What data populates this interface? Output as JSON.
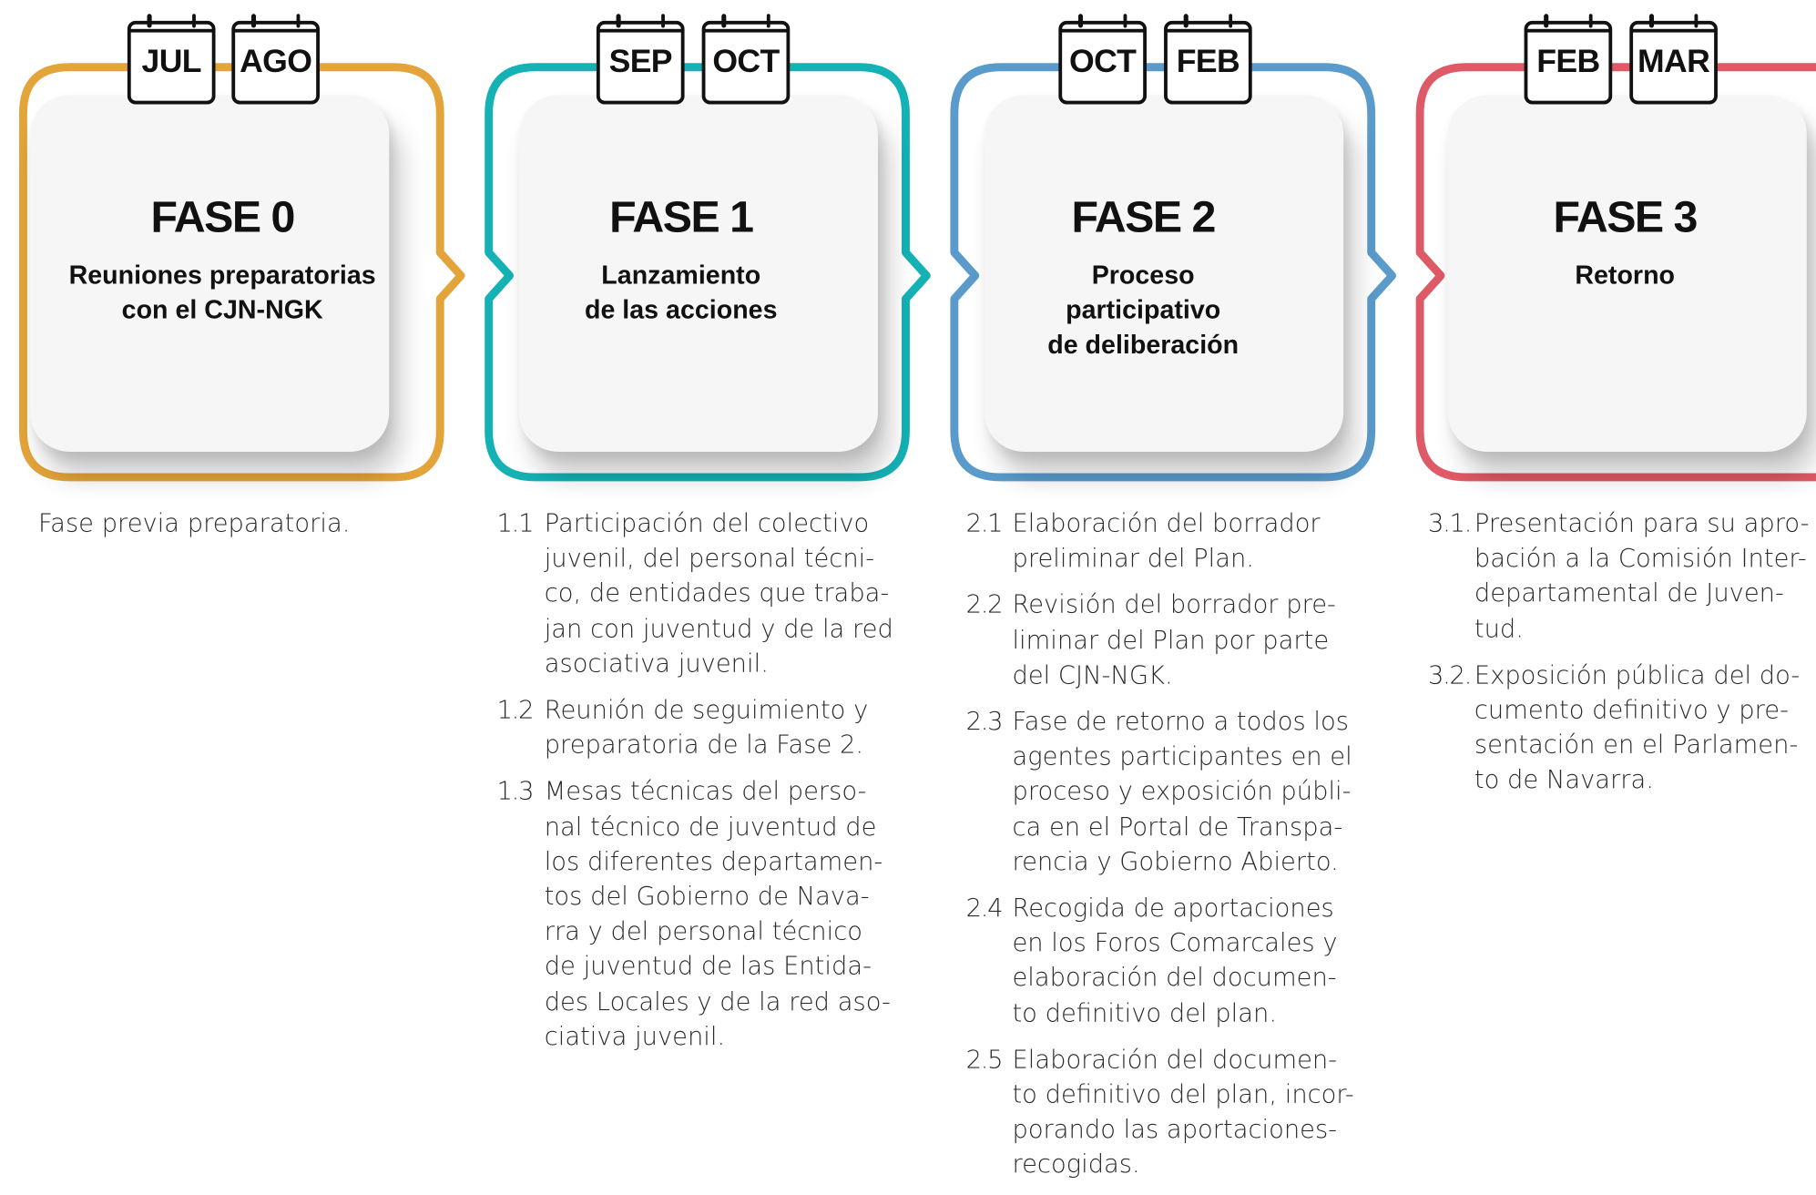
{
  "phases": [
    {
      "color": "#E3A43A",
      "months": [
        "JUL",
        "AGO"
      ],
      "title": "FASE 0",
      "subtitle_lines": [
        "Reuniones preparatorias",
        "con el CJN-NGK"
      ],
      "description": "Fase previa preparatoria.",
      "steps": []
    },
    {
      "color": "#14B1B5",
      "months": [
        "SEP",
        "OCT"
      ],
      "title": "FASE 1",
      "subtitle_lines": [
        "Lanzamiento",
        "de las acciones"
      ],
      "description": "",
      "steps": [
        {
          "num": "1.1",
          "lines": [
            "Participación del colectivo",
            "juvenil, del personal técni-",
            "co, de entidades que traba-",
            "jan con juventud y de la red",
            "asociativa juvenil."
          ]
        },
        {
          "num": "1.2",
          "lines": [
            "Reunión de seguimiento y",
            "preparatoria de la Fase 2."
          ]
        },
        {
          "num": "1.3",
          "lines": [
            "Mesas técnicas del perso-",
            "nal técnico de juventud de",
            "los diferentes departamen-",
            "tos del Gobierno de Nava-",
            "rra y del personal técnico",
            "de juventud de las Entida-",
            "des Locales y de la red aso-",
            "ciativa juvenil."
          ]
        }
      ]
    },
    {
      "color": "#5A9BCB",
      "months": [
        "OCT",
        "FEB"
      ],
      "title": "FASE 2",
      "subtitle_lines": [
        "Proceso",
        "participativo",
        "de deliberación"
      ],
      "description": "",
      "steps": [
        {
          "num": "2.1",
          "lines": [
            "Elaboración del borrador",
            "preliminar del Plan."
          ]
        },
        {
          "num": "2.2",
          "lines": [
            "Revisión del borrador pre-",
            "liminar del Plan por parte",
            "del CJN-NGK."
          ]
        },
        {
          "num": "2.3",
          "lines": [
            "Fase de retorno a todos los",
            "agentes participantes en el",
            "proceso y exposición públi-",
            "ca en el Portal de Transpa-",
            "rencia y Gobierno Abierto."
          ]
        },
        {
          "num": "2.4",
          "lines": [
            "Recogida de aportaciones",
            "en los Foros Comarcales y",
            "elaboración del documen-",
            "to definitivo del plan."
          ]
        },
        {
          "num": "2.5",
          "lines": [
            "Elaboración del documen-",
            "to definitivo del plan, incor-",
            "porando las aportaciones-",
            "recogidas."
          ]
        }
      ]
    },
    {
      "color": "#DE5A66",
      "months": [
        "FEB",
        "MAR"
      ],
      "title": "FASE 3",
      "subtitle_lines": [
        "Retorno"
      ],
      "description": "",
      "steps": [
        {
          "num": "3.1.",
          "lines": [
            "Presentación para su apro-",
            "bación a la Comisión Inter-",
            "departamental de Juven-",
            "tud."
          ]
        },
        {
          "num": "3.2.",
          "lines": [
            "Exposición pública del do-",
            "cumento definitivo y pre-",
            "sentación en el Parlamen-",
            "to de Navarra."
          ]
        }
      ]
    }
  ]
}
